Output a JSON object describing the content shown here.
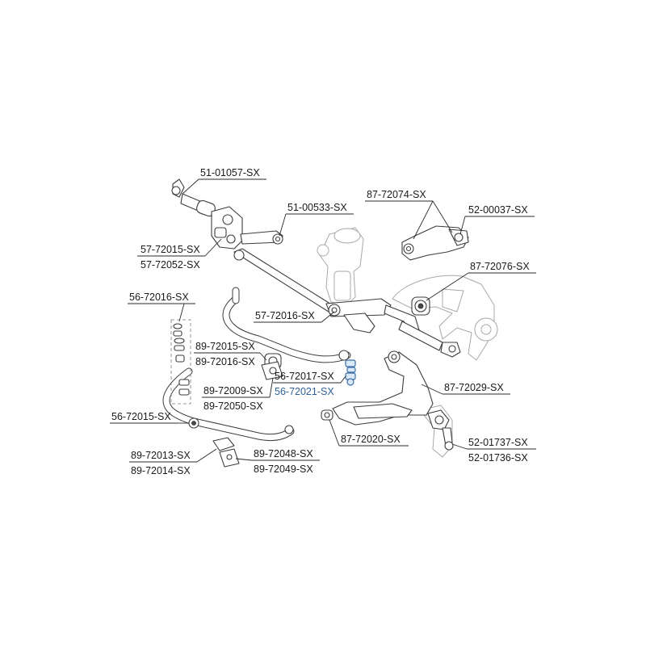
{
  "callouts": [
    {
      "id": "c1",
      "text": "51-01057-SX",
      "highlight": false
    },
    {
      "id": "c2",
      "text": "51-00533-SX",
      "highlight": false
    },
    {
      "id": "c3",
      "text": "57-72015-SX",
      "highlight": false
    },
    {
      "id": "c4",
      "text": "57-72052-SX",
      "highlight": false
    },
    {
      "id": "c5",
      "text": "87-72074-SX",
      "highlight": false
    },
    {
      "id": "c6",
      "text": "52-00037-SX",
      "highlight": false
    },
    {
      "id": "c7",
      "text": "87-72076-SX",
      "highlight": false
    },
    {
      "id": "c8",
      "text": "56-72016-SX",
      "highlight": false
    },
    {
      "id": "c9",
      "text": "57-72016-SX",
      "highlight": false
    },
    {
      "id": "c10",
      "text": "89-72015-SX",
      "highlight": false
    },
    {
      "id": "c11",
      "text": "89-72016-SX",
      "highlight": false
    },
    {
      "id": "c12",
      "text": "56-72017-SX",
      "highlight": false
    },
    {
      "id": "c13",
      "text": "56-72021-SX",
      "highlight": true
    },
    {
      "id": "c14",
      "text": "89-72009-SX",
      "highlight": false
    },
    {
      "id": "c15",
      "text": "89-72050-SX",
      "highlight": false
    },
    {
      "id": "c16",
      "text": "87-72029-SX",
      "highlight": false
    },
    {
      "id": "c17",
      "text": "56-72015-SX",
      "highlight": false
    },
    {
      "id": "c18",
      "text": "87-72020-SX",
      "highlight": false
    },
    {
      "id": "c19",
      "text": "52-01737-SX",
      "highlight": false
    },
    {
      "id": "c20",
      "text": "52-01736-SX",
      "highlight": false
    },
    {
      "id": "c21",
      "text": "89-72013-SX",
      "highlight": false
    },
    {
      "id": "c22",
      "text": "89-72014-SX",
      "highlight": false
    },
    {
      "id": "c23",
      "text": "89-72048-SX",
      "highlight": false
    },
    {
      "id": "c24",
      "text": "89-72049-SX",
      "highlight": false
    }
  ],
  "colors": {
    "highlight": "#2f5f96",
    "line": "#2a2a2a"
  }
}
